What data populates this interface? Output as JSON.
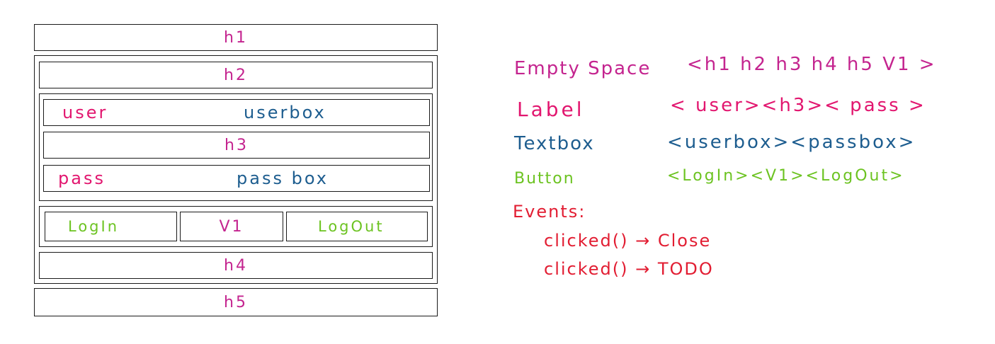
{
  "mockup": {
    "h1": "h1",
    "h2": "h2",
    "user_label": "user",
    "user_box": "userbox",
    "h3": "h3",
    "pass_label": "pass",
    "pass_box": "pass box",
    "login": "LogIn",
    "v1": "V1",
    "logout": "LogOut",
    "h4": "h4",
    "h5": "h5"
  },
  "legend": {
    "empty_space": {
      "key": "Empty Space",
      "value": "<h1 h2 h3 h4 h5 V1 >"
    },
    "label": {
      "key": "Label",
      "value": "< user><h3>< pass >"
    },
    "textbox": {
      "key": "Textbox",
      "value": "<userbox><passbox>"
    },
    "button": {
      "key": "Button",
      "value": "<LogIn><V1><LogOut>"
    },
    "events": {
      "key": "Events:",
      "lines": [
        "clicked() → Close",
        "clicked() → TODO"
      ]
    }
  },
  "colors": {
    "empty_space": "#c4248f",
    "label": "#e2166f",
    "textbox": "#1d5d8f",
    "button": "#6cc321",
    "events": "#e21d32"
  }
}
